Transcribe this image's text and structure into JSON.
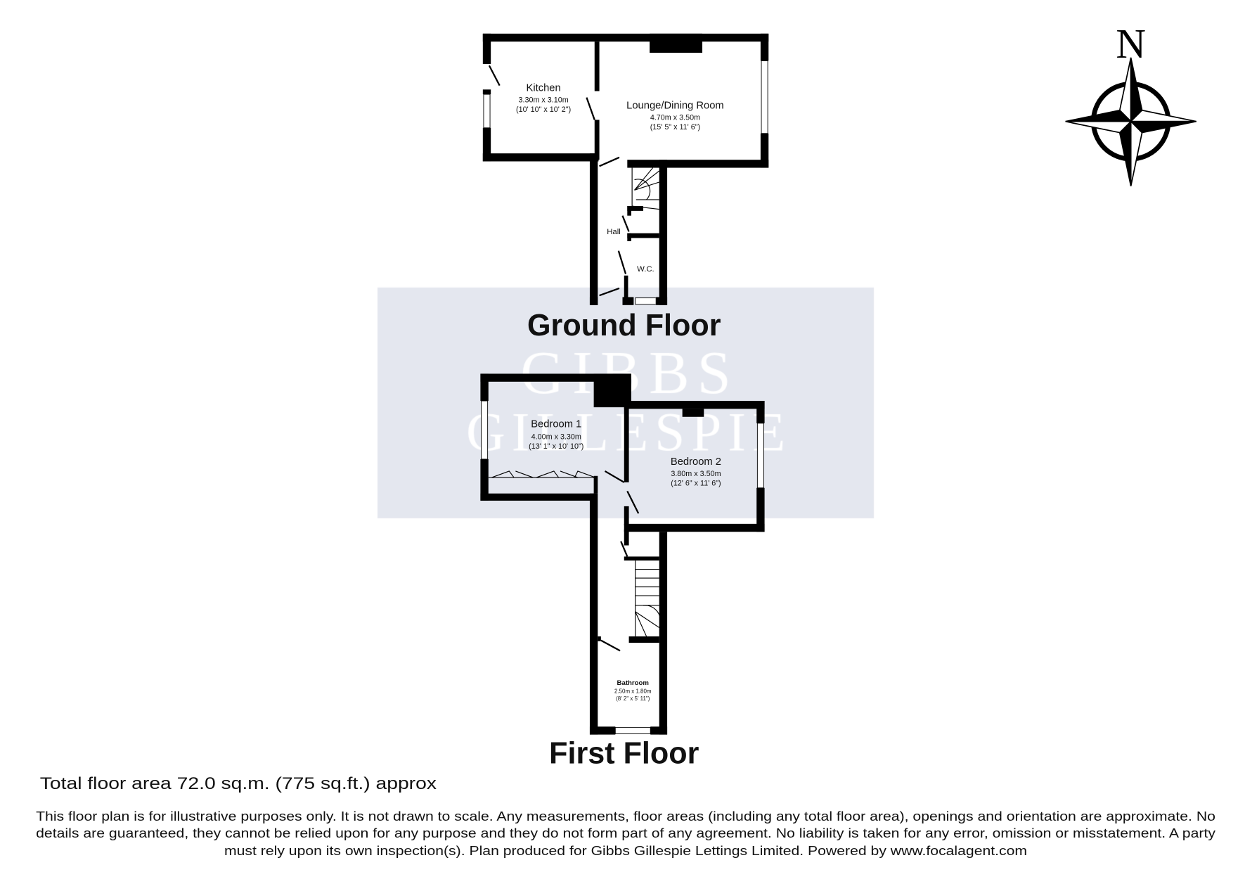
{
  "watermark": {
    "line1": "GIBBS",
    "line2": "GILLESPIE",
    "band_color": "#e4e7ef"
  },
  "compass": {
    "north_label": "N"
  },
  "ground_floor": {
    "title": "Ground Floor",
    "rooms": [
      {
        "name": "Kitchen",
        "metric": "3.30m x 3.10m",
        "imperial": "(10' 10\" x 10' 2\")"
      },
      {
        "name": "Lounge/Dining Room",
        "metric": "4.70m x 3.50m",
        "imperial": "(15' 5\" x 11' 6\")"
      },
      {
        "name": "Hall"
      },
      {
        "name": "W.C."
      }
    ]
  },
  "first_floor": {
    "title": "First Floor",
    "rooms": [
      {
        "name": "Bedroom 1",
        "metric": "4.00m x 3.30m",
        "imperial": "(13' 1\" x 10' 10\")"
      },
      {
        "name": "Bedroom 2",
        "metric": "3.80m x 3.50m",
        "imperial": "(12' 6\" x 11' 6\")"
      },
      {
        "name": "Bathroom",
        "metric": "2.50m x 1.80m",
        "imperial": "(8' 2\" x 5' 11\")"
      }
    ]
  },
  "total_area": "Total floor area 72.0 sq.m. (775 sq.ft.) approx",
  "disclaimer": [
    "This floor plan is for illustrative purposes only. It is not drawn to scale. Any measurements, floor areas (including any total floor area), openings and orientation are approximate. No",
    "details are guaranteed, they cannot be relied upon for any purpose and they do not form part of any agreement. No liability is taken for any error, omission or misstatement. A party",
    "must rely upon its own inspection(s). Plan produced for Gibbs Gillespie Lettings Limited. Powered by www.focalagent.com"
  ]
}
